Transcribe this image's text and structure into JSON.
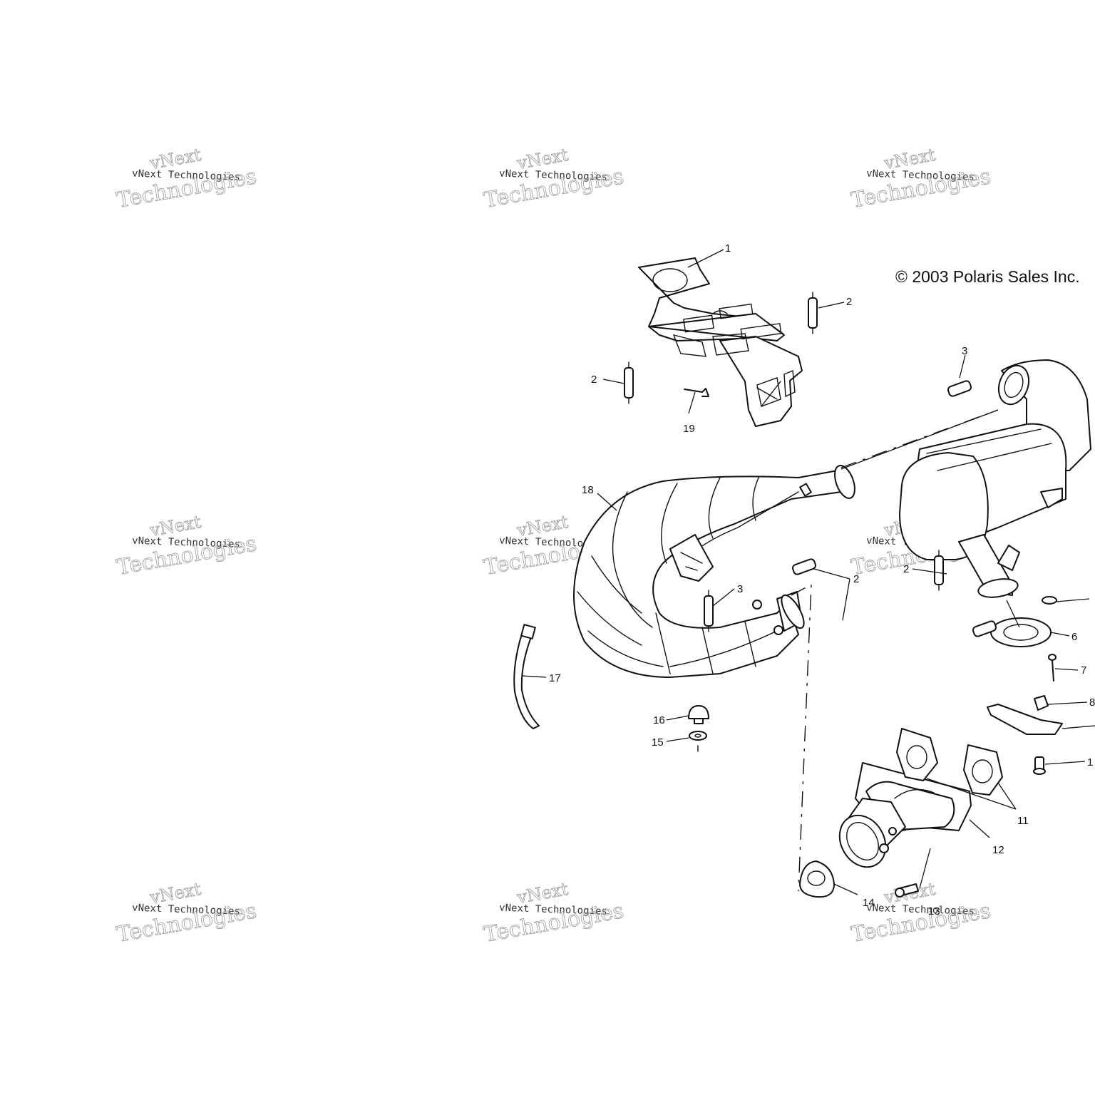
{
  "copyright": "© 2003 Polaris Sales Inc.",
  "watermark": {
    "line1": "vNext",
    "line2": "vNext Technologies",
    "line3": "Technologies"
  },
  "callouts": {
    "c1": "1",
    "c2a": "2",
    "c2b": "2",
    "c2c": "2",
    "c2d": "2",
    "c3a": "3",
    "c3b": "3",
    "c6": "6",
    "c7": "7",
    "c8": "8",
    "c10": "1",
    "c11": "11",
    "c12": "12",
    "c13": "13",
    "c14": "14",
    "c15": "15",
    "c16": "16",
    "c17": "17",
    "c18": "18",
    "c19": "19"
  }
}
